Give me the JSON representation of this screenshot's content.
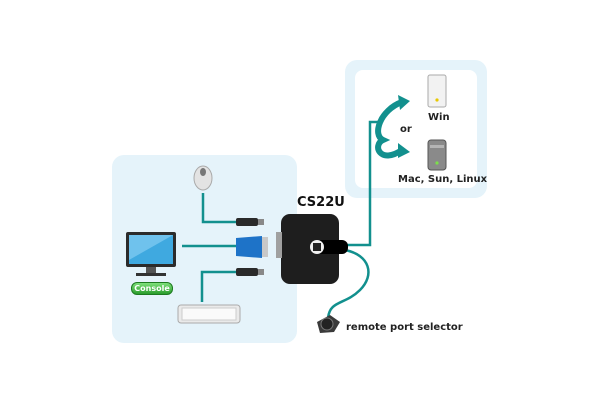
{
  "device": {
    "model": "CS22U"
  },
  "console": {
    "badge": "Console"
  },
  "computers": {
    "or_label": "or",
    "items": [
      {
        "label": "Win",
        "icon": "tower-pc-white-icon"
      },
      {
        "label": "Mac, Sun, Linux",
        "icon": "tower-pc-gray-icon"
      }
    ]
  },
  "remote": {
    "label": "remote port selector"
  },
  "colors": {
    "cable": "#12908e",
    "panel": "#e5f3fa",
    "device": "#1e1e1e"
  }
}
